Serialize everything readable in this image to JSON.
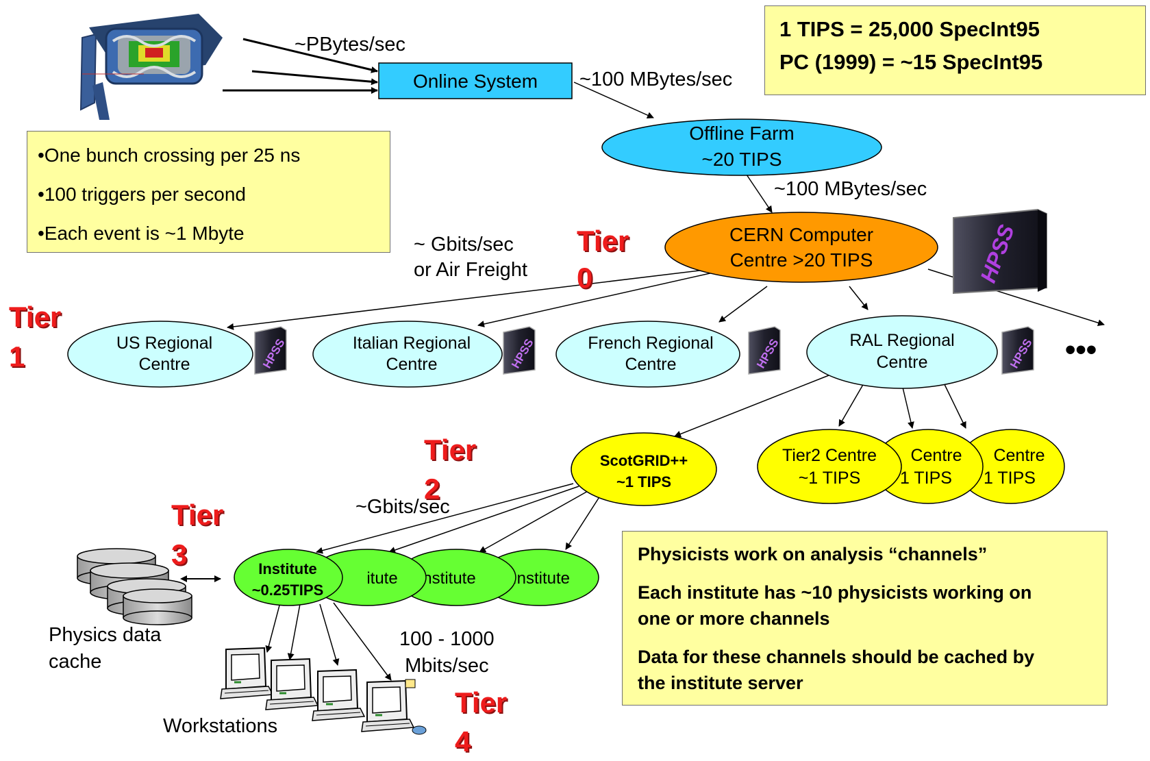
{
  "info_box": {
    "lines": [
      "1 TIPS = 25,000 SpecInt95",
      "PC (1999) = ~15 SpecInt95"
    ]
  },
  "detector_box": {
    "lines": [
      "•One bunch crossing per 25 ns",
      "•100 triggers per second",
      "•Each event is ~1 Mbyte"
    ]
  },
  "physicists_box": {
    "lines": [
      "Physicists work on analysis “channels”",
      "Each institute has ~10 physicists working on",
      "one or more channels",
      "Data for these channels should be cached by",
      "the institute server"
    ]
  },
  "nodes": {
    "online_system": "Online System",
    "offline_farm": [
      "Offline Farm",
      "~20 TIPS"
    ],
    "cern": [
      "CERN Computer",
      "Centre >20 TIPS"
    ],
    "us": [
      "US Regional",
      "Centre"
    ],
    "italian": [
      "Italian Regional",
      "Centre"
    ],
    "french": [
      "French Regional",
      "Centre"
    ],
    "ral": [
      "RAL Regional",
      "Centre"
    ],
    "scotgrid": [
      "ScotGRID++",
      "~1 TIPS"
    ],
    "tier2_front": [
      "Tier2 Centre",
      "~1 TIPS"
    ],
    "tier2_mid": [
      "Centre",
      "1 TIPS"
    ],
    "tier2_back": [
      "Centre",
      "1 TIPS"
    ],
    "institute_main": [
      "Institute",
      "~0.25TIPS"
    ],
    "institute_2": "itute",
    "institute_3": "nstitute",
    "institute_4": "Institute",
    "storage_label": "HPSS",
    "more": "•••"
  },
  "links": {
    "pbytes": "~PBytes/sec",
    "online_to_offline": "~100 MBytes/sec",
    "offline_to_cern": "~100 MBytes/sec",
    "gbits_air": [
      "~ Gbits/sec",
      "or Air Freight"
    ],
    "gbits": "~Gbits/sec",
    "mbits": [
      "100 - 1000",
      "Mbits/sec"
    ]
  },
  "labels": {
    "physics_cache": [
      "Physics data",
      "cache"
    ],
    "workstations": "Workstations"
  },
  "tiers": {
    "t0": [
      "Tier",
      "0"
    ],
    "t1": [
      "Tier",
      "1"
    ],
    "t2": [
      "Tier",
      "2"
    ],
    "t3": [
      "Tier",
      "3"
    ],
    "t4": [
      "Tier",
      "4"
    ]
  },
  "colors": {
    "online": "#33ccff",
    "offline": "#33ccff",
    "cern": "#ff9900",
    "regional": "#ccffff",
    "tier2": "#ffff00",
    "institute": "#66ff33",
    "note_box": "#ffffa0",
    "tier_text": "#ee1c1c"
  }
}
